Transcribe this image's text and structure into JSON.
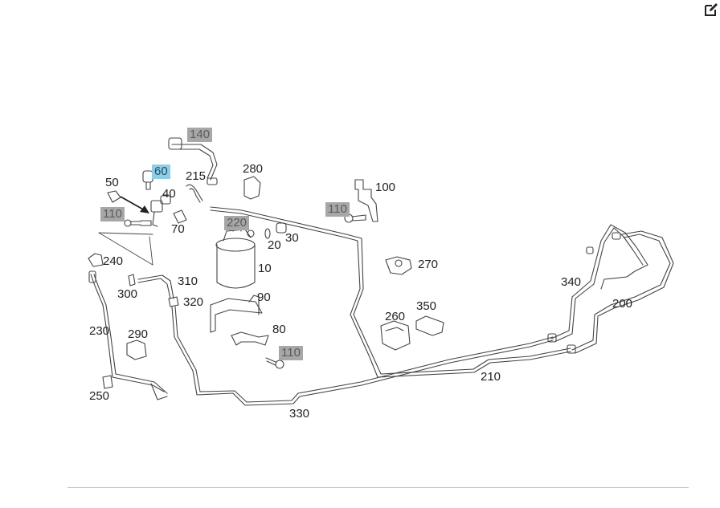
{
  "toolbar": {
    "edit_icon": "edit-icon"
  },
  "diagram": {
    "labels": {
      "l10": "10",
      "l20": "20",
      "l30": "30",
      "l40": "40",
      "l50": "50",
      "l60": "60",
      "l70": "70",
      "l80": "80",
      "l90": "90",
      "l100": "100",
      "l110a": "110",
      "l110b": "110",
      "l110c": "110",
      "l140": "140",
      "l200": "200",
      "l210": "210",
      "l215": "215",
      "l220": "220",
      "l230": "230",
      "l240": "240",
      "l250": "250",
      "l260": "260",
      "l270": "270",
      "l280": "280",
      "l290": "290",
      "l300": "300",
      "l310": "310",
      "l320": "320",
      "l330": "330",
      "l340": "340",
      "l350": "350"
    },
    "highlight_colors": {
      "grey": "#a7a7a7",
      "blue": "#8fcde6"
    }
  }
}
